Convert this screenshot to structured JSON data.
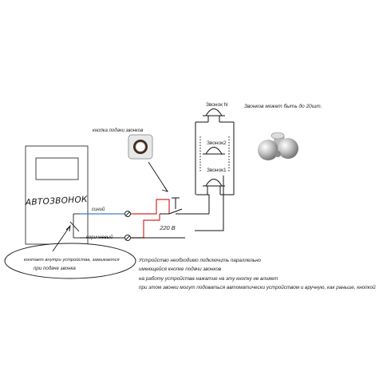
{
  "device": {
    "label": "АВТОЗВОНОК"
  },
  "wires": {
    "blue_label": "синий",
    "brown_label": "коричневый",
    "voltage_label": "220 В"
  },
  "button": {
    "label": "кнопка подачи звонков"
  },
  "bells": {
    "bell_n": "Звонок N",
    "bell_2": "Звонок2",
    "bell_1": "Звонок1",
    "note": "Звонков может быть до 20шт."
  },
  "contact_note": {
    "line1": "контакт внутри устройства, замыкается",
    "line2": "при подаче звонка"
  },
  "notes": [
    "Устройство необходимо подключить параллельно",
    "имеющейся кнопке подачи звонков",
    "на работу устройства нажатие на эту кнопку не влияет",
    "при этом звонки могут подоваться автоматически устройством и вручную, как раньше, кнопкой"
  ],
  "colors": {
    "blue_wire": "#3a7fd0",
    "red_wire": "#d42a2a",
    "black_wire": "#111111"
  }
}
